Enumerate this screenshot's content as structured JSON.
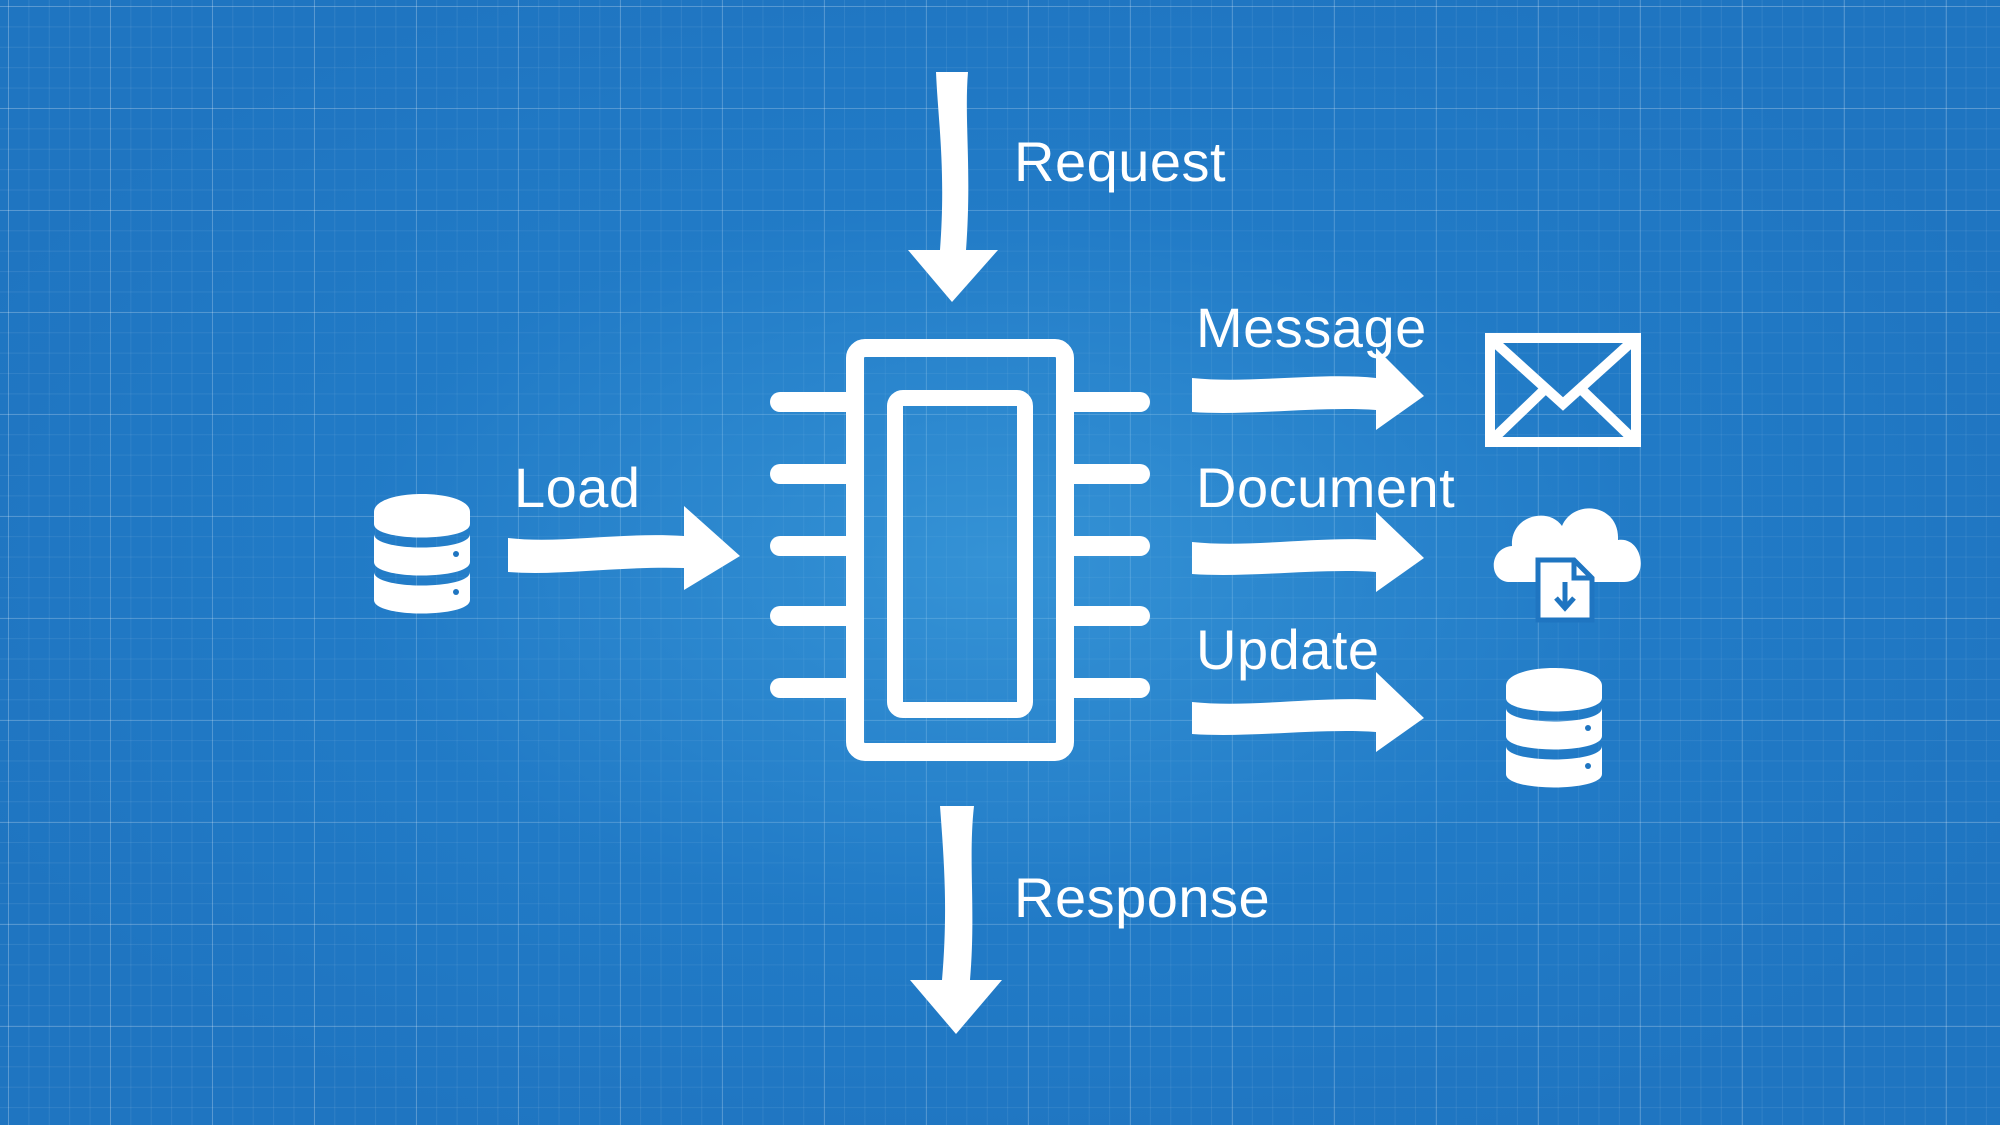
{
  "labels": {
    "request": "Request",
    "response": "Response",
    "load": "Load",
    "message": "Message",
    "document": "Document",
    "update": "Update"
  },
  "icons": {
    "source": "database-icon",
    "processor": "chip-icon",
    "message_target": "envelope-icon",
    "document_target": "cloud-document-download-icon",
    "update_target": "database-icon"
  },
  "colors": {
    "background": "#1f75c1",
    "stroke": "#ffffff"
  }
}
